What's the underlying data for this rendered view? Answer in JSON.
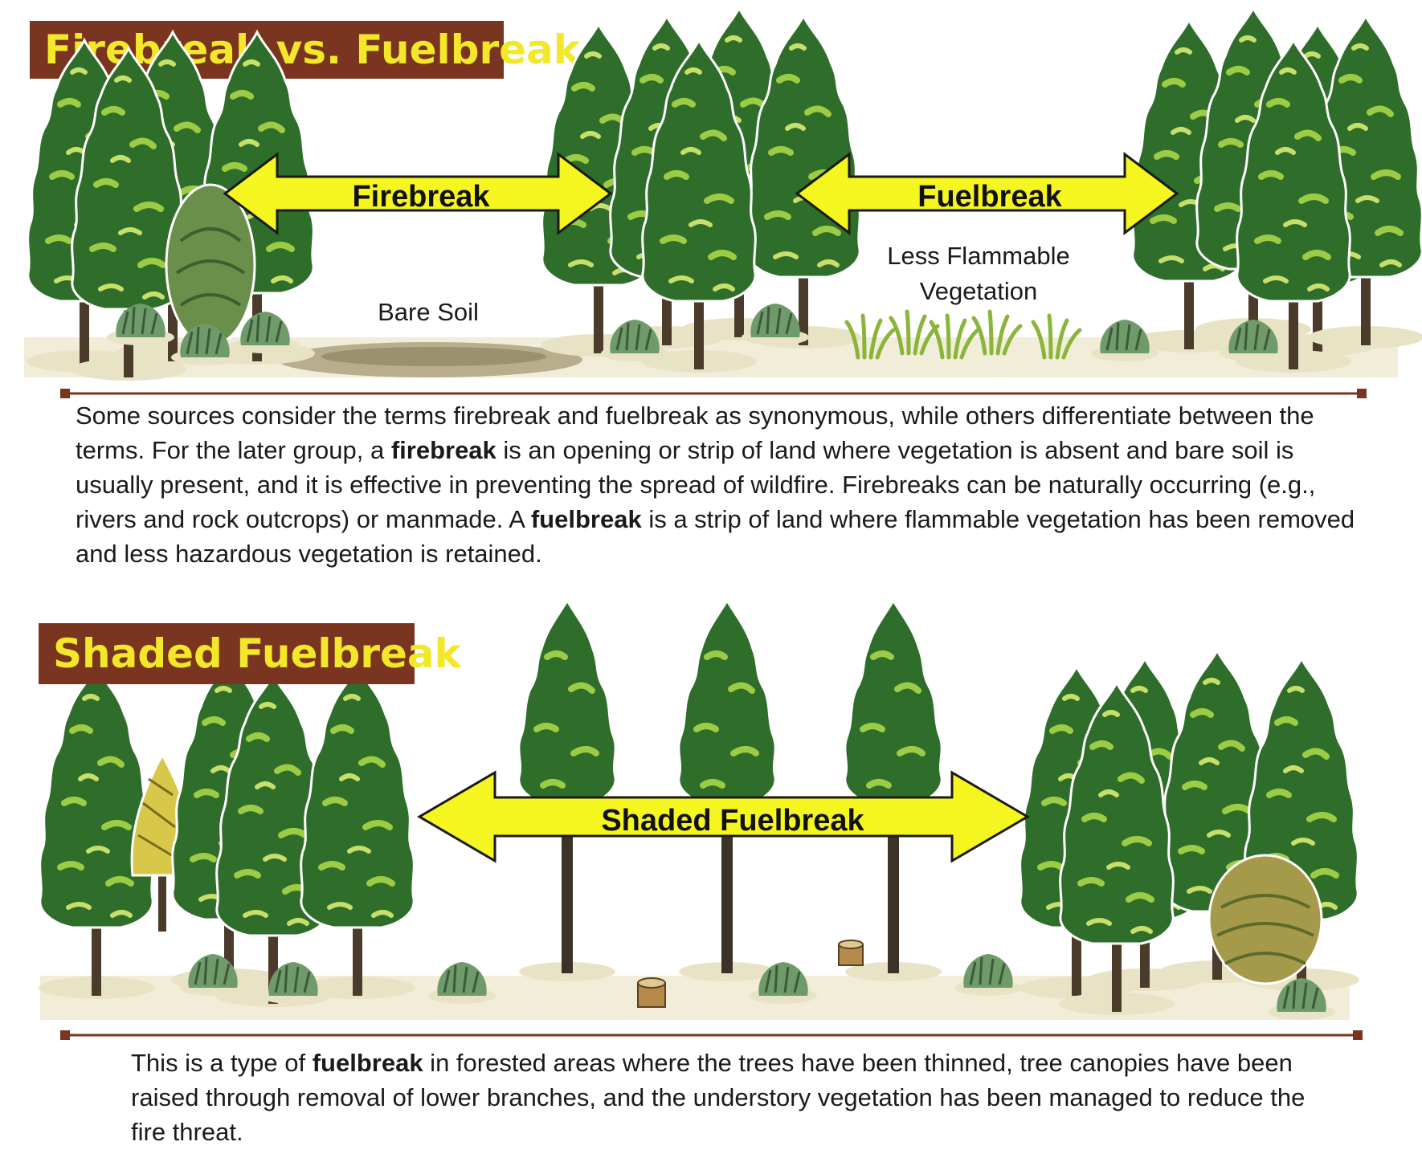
{
  "section1": {
    "title": "Firebreak vs. Fuelbreak",
    "arrow_firebreak": "Firebreak",
    "arrow_fuelbreak": "Fuelbreak",
    "label_bare_soil": "Bare Soil",
    "label_veg_line1": "Less Flammable",
    "label_veg_line2": "Vegetation",
    "paragraph": {
      "t1": "Some sources consider the terms firebreak and fuelbreak as synonymous, while others differentiate between the terms. For the later group, a ",
      "b1": "firebreak",
      "t2": " is an opening or strip of land where vegetation is absent and bare soil is usually present, and it is effective in preventing the spread of wildfire. Firebreaks can be naturally occurring (e.g., rivers and rock outcrops) or manmade. A ",
      "b2": "fuelbreak",
      "t3": " is a strip of land where flammable vegetation has been removed and less hazardous vegetation is retained."
    }
  },
  "section2": {
    "title": "Shaded Fuelbreak",
    "arrow_label": "Shaded Fuelbreak",
    "paragraph": {
      "t1": "This is a type of ",
      "b1": "fuelbreak",
      "t2": " in forested areas where the trees have been thinned, tree canopies have been raised through removal of lower branches, and the understory vegetation has been managed to reduce the fire threat."
    }
  },
  "colors": {
    "title_bg": "#7a3520",
    "title_text": "#f2e829",
    "arrow_fill": "#f5f520",
    "divider": "#7a3520",
    "tree_dark": "#2e6b2a",
    "tree_light": "#8fbf3a"
  }
}
